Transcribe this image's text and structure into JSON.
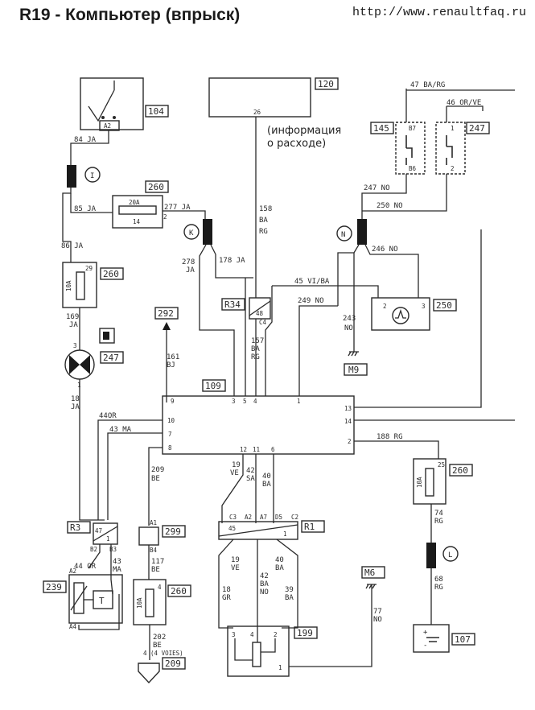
{
  "header": {
    "title": "R19 - Компьютер (впрыск)",
    "url": "http://www.renaultfaq.ru"
  },
  "components": {
    "c104": "104",
    "c120": "120",
    "c145": "145",
    "c247a": "247",
    "c260a": "260",
    "c260b": "260",
    "c260c": "260",
    "c260d": "260",
    "c292": "292",
    "c247b": "247",
    "c109": "109",
    "cR34": "R34",
    "c250": "250",
    "cM9": "M9",
    "cR3": "R3",
    "c239": "239",
    "c299": "299",
    "c209": "209",
    "cR1": "R1",
    "c199": "199",
    "cM6": "M6",
    "c107": "107"
  },
  "junctions": {
    "I": "I",
    "K": "K",
    "N": "N",
    "L": "L"
  },
  "note": {
    "line1": "(информация",
    "line2": "о расходе)"
  },
  "wires": {
    "w84": "84 JA",
    "w85": "85 JA",
    "w86": "86 JA",
    "w277": "277 JA",
    "w278a": "278",
    "w278b": "JA",
    "w178": "178 JA",
    "w158a": "158",
    "w158b": "BA",
    "w158c": "RG",
    "w47": "47 BA/RG",
    "w46": "46 OR/VE",
    "w247": "247 NO",
    "w250": "250 NO",
    "w246": "246 NO",
    "w45": "45 VI/BA",
    "w249": "249 NO",
    "w243a": "243",
    "w243b": "NO",
    "w157a": "157",
    "w157b": "BA",
    "w157c": "RG",
    "w169a": "169",
    "w169b": "JA",
    "w161a": "161",
    "w161b": "BJ",
    "w18a": "18",
    "w18b": "JA",
    "w44": "44OR",
    "w43": "43 MA",
    "w209a": "209",
    "w209b": "BE",
    "w188": "188 RG",
    "w19a": "19",
    "w19b": "VE",
    "w42a": "42",
    "w42b": "SA",
    "w40a": "40",
    "w40b": "BA",
    "w74a": "74",
    "w74b": "RG",
    "w68a": "68",
    "w68b": "RG",
    "w44b": "44 OR",
    "w43ba": "43",
    "w43bb": "MA",
    "w117a": "117",
    "w117b": "BE",
    "w202a": "202",
    "w202b": "BE",
    "w4v": "4 (4 VOIES)",
    "w19c": "19",
    "w19d": "VE",
    "w40c": "40",
    "w40d": "BA",
    "w18c": "18",
    "w18d": "GR",
    "w42c": "42",
    "w42d": "BA",
    "w42e": "NO",
    "w39a": "39",
    "w39b": "BA",
    "w77a": "77",
    "w77b": "NO"
  },
  "pins": {
    "p26": "26",
    "pA2": "A2",
    "pB7": "B7",
    "pB6": "B6",
    "p1": "1",
    "p2": "2",
    "p14": "14",
    "p29": "29",
    "p3": "3",
    "p1b": "1",
    "p9": "9",
    "p10": "10",
    "p7": "7",
    "p8": "8",
    "p3b": "3",
    "p5": "5",
    "p4": "4",
    "p1c": "1",
    "p13": "13",
    "p14b": "14",
    "p2b": "2",
    "p12": "12",
    "p11": "11",
    "p6": "6",
    "p25": "25",
    "fuse20": "20A",
    "fuse10": "10A",
    "fuse10b": "10A",
    "fuse10c": "10A",
    "r34_48": "48",
    "r34_c4": "C4",
    "r3_47": "47",
    "r3_1": "1",
    "r3_b2": "B2",
    "r3_b3": "B3",
    "p239_a2": "A2",
    "p239_a4": "A4",
    "p239_T": "T",
    "p299_a1": "A1",
    "p299_b4": "B4",
    "p260_4": "4",
    "r1_c3": "C3",
    "r1_a2": "A2",
    "r1_a7": "A7",
    "r1_d5": "D5",
    "r1_c2": "C2",
    "r1_45": "45",
    "r1_1": "1",
    "p199_3": "3",
    "p199_4": "4",
    "p199_2": "2",
    "p199_1": "1",
    "p250_2": "2",
    "p250_3": "3",
    "bat_plus": "+",
    "bat_minus": "-"
  }
}
